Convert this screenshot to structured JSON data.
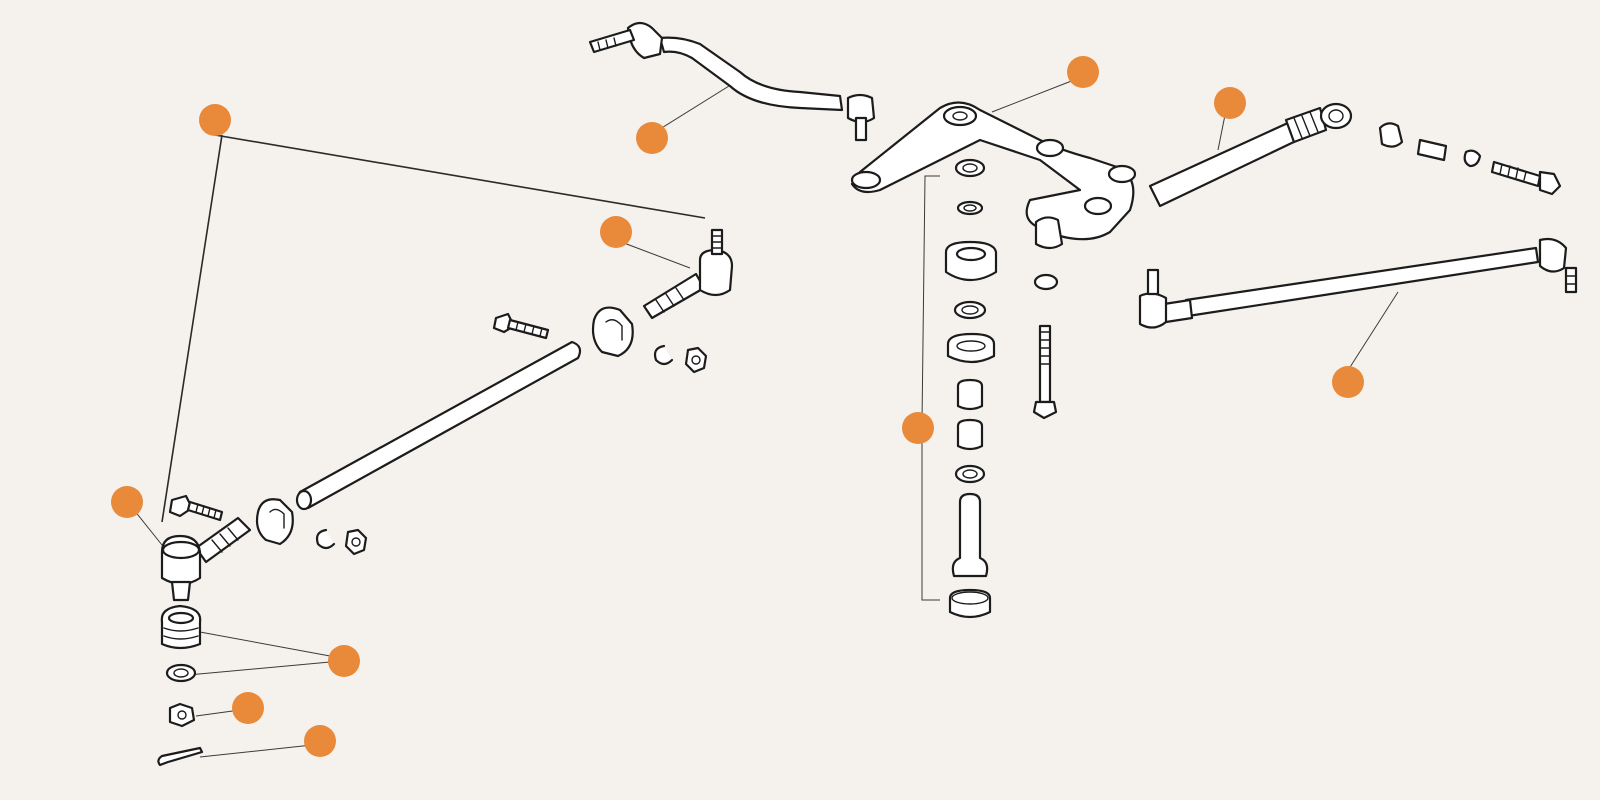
{
  "diagram": {
    "background": "#f5f1ec",
    "hotspot_color": "#e88a3a",
    "hotspots": [
      {
        "id": "hotspot-tie-rod-assembly"
      },
      {
        "id": "hotspot-tie-rod-end-right"
      },
      {
        "id": "hotspot-tie-rod-end-left"
      },
      {
        "id": "hotspot-boot-and-washer"
      },
      {
        "id": "hotspot-castle-nut"
      },
      {
        "id": "hotspot-cotter-pin"
      },
      {
        "id": "hotspot-drag-link"
      },
      {
        "id": "hotspot-idler-arm"
      },
      {
        "id": "hotspot-steering-damper"
      },
      {
        "id": "hotspot-idler-bushing-kit"
      },
      {
        "id": "hotspot-center-tie-rod"
      }
    ]
  }
}
